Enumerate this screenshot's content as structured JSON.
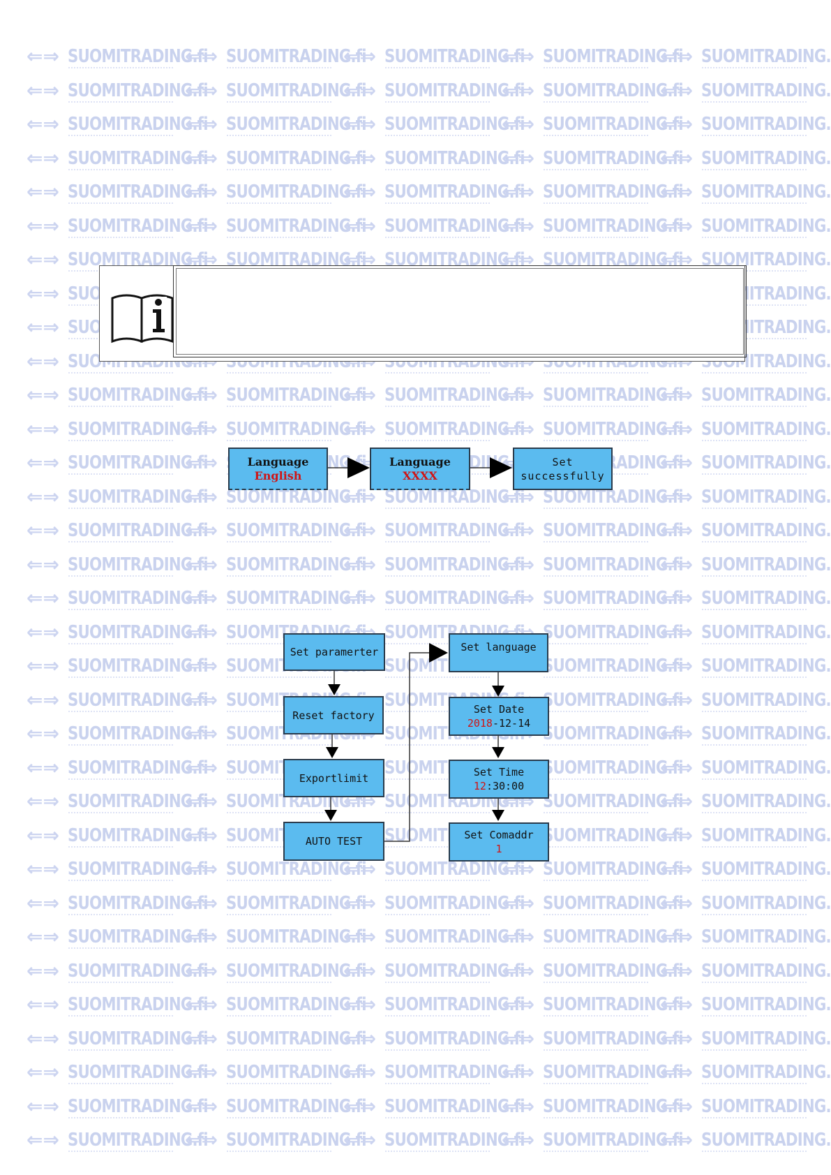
{
  "watermark": {
    "text": "SUOMITRADING.fi",
    "arrow": "⇐⇒"
  },
  "info_note": {
    "icon": "book-info-icon",
    "text": ""
  },
  "language_flow": [
    {
      "line1": "Language",
      "line2": "English"
    },
    {
      "line1": "Language",
      "line2": "XXXX"
    },
    {
      "line1": "Set",
      "line2": "successfully"
    }
  ],
  "menu_left": [
    {
      "label": "Set paramerter"
    },
    {
      "label": "Reset factory"
    },
    {
      "label": "Exportlimit"
    },
    {
      "label": "AUTO TEST"
    }
  ],
  "menu_right": [
    {
      "label": "Set language",
      "value": "",
      "value_highlight": ""
    },
    {
      "label": "Set Date",
      "value_highlight": "2018",
      "value": "-12-14"
    },
    {
      "label": "Set Time",
      "value_highlight": "12",
      "value": ":30:00"
    },
    {
      "label": "Set Comaddr",
      "value_highlight": "1",
      "value": ""
    }
  ],
  "colors": {
    "box_fill": "#5bbbef",
    "box_border": "#2a3b4c",
    "highlight": "#d01414",
    "watermark": "#c9d2ee"
  }
}
